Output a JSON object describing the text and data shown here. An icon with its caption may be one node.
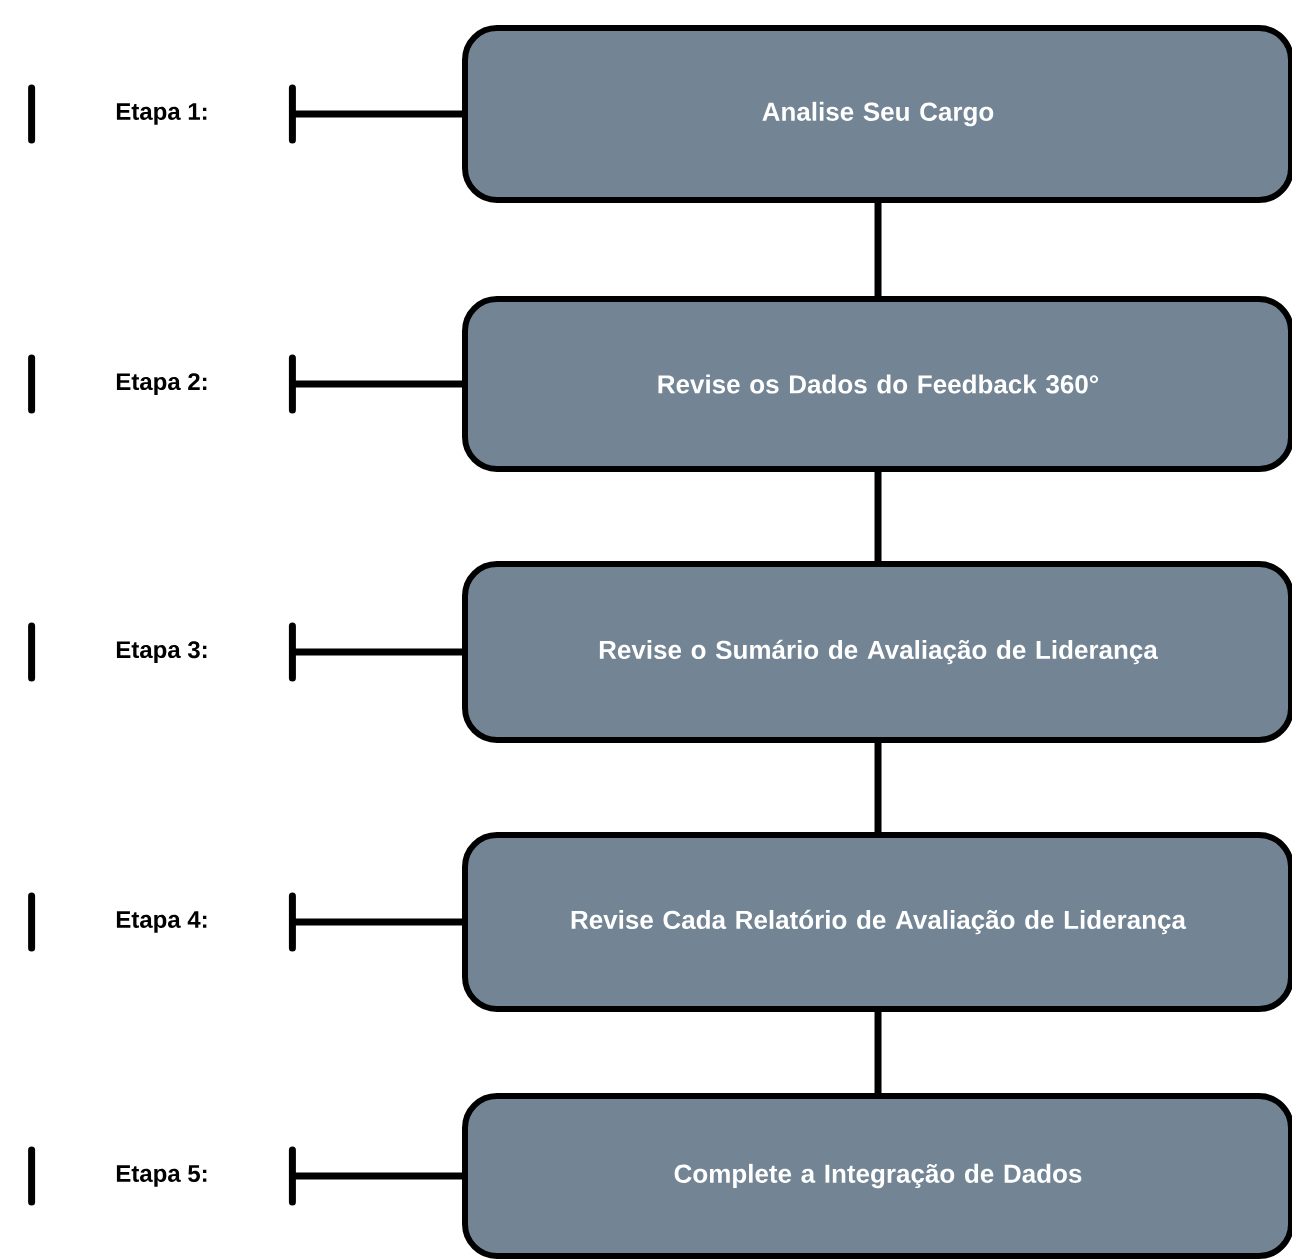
{
  "diagram": {
    "nodes": [
      {
        "text": [
          "Etapa 1:"
        ]
      },
      {
        "text": [
          "Analise Seu Cargo"
        ]
      },
      {
        "text": [
          "Etapa 2:"
        ]
      },
      {
        "text": [
          "Revise os Dados do Feedback 360°"
        ]
      },
      {
        "text": [
          "Etapa 3:"
        ]
      },
      {
        "text": [
          "Revise o Sumário de Avaliação de Liderança"
        ]
      },
      {
        "text": [
          "Etapa 4:"
        ]
      },
      {
        "text": [
          "Revise Cada Relatório de Avaliação de Liderança"
        ]
      },
      {
        "text": [
          "Etapa 5:"
        ]
      },
      {
        "text": [
          "Complete a Integração de Dados"
        ]
      }
    ],
    "edges": [
      {
        "from": 0,
        "to": 1,
        "arrow": "none"
      },
      {
        "from": 2,
        "to": 3,
        "arrow": "none"
      },
      {
        "from": 4,
        "to": 5,
        "arrow": "none"
      },
      {
        "from": 6,
        "to": 7,
        "arrow": "none"
      },
      {
        "from": 8,
        "to": 9,
        "arrow": "none"
      },
      {
        "from": 1,
        "to": 3,
        "arrow": "none"
      },
      {
        "from": 3,
        "to": 5,
        "arrow": "none"
      },
      {
        "from": 5,
        "to": 7,
        "arrow": "none"
      },
      {
        "from": 7,
        "to": 9,
        "arrow": "none"
      }
    ]
  }
}
